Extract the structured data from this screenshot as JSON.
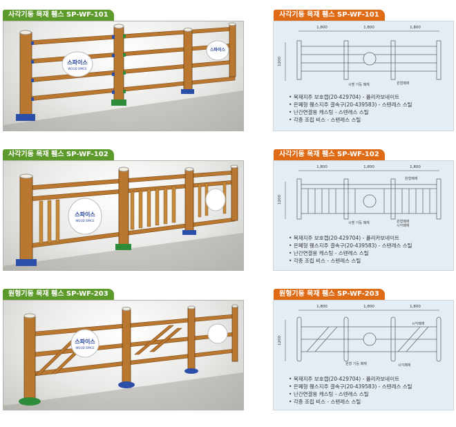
{
  "fences": [
    {
      "title": "사각기둥 목재 휀스 SP-WF-101",
      "logo_brand": "스파이스",
      "logo_sub": "WOOD SPACE",
      "dimensions": [
        "1,800",
        "1,800",
        "1,800"
      ],
      "height": "1200",
      "callouts": [
        "시멘 기둥 패재",
        "원형패재"
      ],
      "specs": [
        "목재지주 보호캡(20-429704) - 폴리카보네이트",
        "은폐형 휀스지주 결속구(20-439583) - 스텐레스 스틸",
        "난간연결용 캐스팅 - 스텐레스 스틸",
        "각종 조립 비스 - 스텐레스 스틸"
      ]
    },
    {
      "title": "사각기둥 목재 휀스 SP-WF-102",
      "logo_brand": "스파이스",
      "logo_sub": "WOOD SPACE",
      "dimensions": [
        "1,800",
        "1,800",
        "1,800"
      ],
      "height": "1200",
      "callouts": [
        "원형패재",
        "시멘 기둥 패재",
        "원형패재",
        "시각패재"
      ],
      "specs": [
        "목재지주 보호캡(20-429704) - 폴리카보네이트",
        "은폐형 휀스지주 결속구(20-439583) - 스텐레스 스틸",
        "난간연결용 캐스팅 - 스텐레스 스틸",
        "각종 조립 비스 - 스텐레스 스틸"
      ]
    },
    {
      "title": "원형기둥 목재 휀스 SP-WF-203",
      "logo_brand": "스파이스",
      "logo_sub": "WOOD SPACE",
      "dimensions": [
        "1,800",
        "1,800",
        "1,800"
      ],
      "height": "1200",
      "callouts": [
        "시각패재",
        "원형 기둥 패재",
        "시각패재"
      ],
      "specs": [
        "목재지주 보호캡(20-429704) - 폴리카보네이트",
        "은폐형 휀스지주 결속구(20-439583) - 스텐레스 스틸",
        "난간연결용 캐스팅 - 스텐레스 스틸",
        "각종 조립 비스 - 스텐레스 스틸"
      ]
    }
  ],
  "colors": {
    "left_tag": "#5d9a2c",
    "right_tag": "#e06b16",
    "wood": "#b9772f",
    "drawing_bg": "#e4edf4"
  }
}
